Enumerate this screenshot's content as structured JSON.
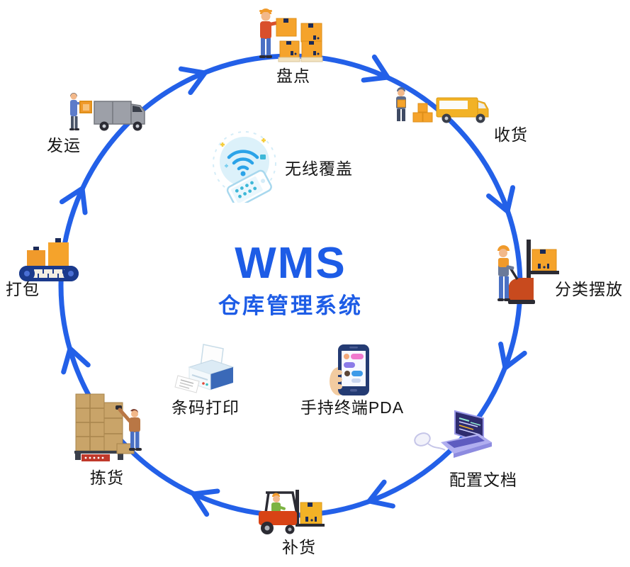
{
  "diagram": {
    "title": "WMS",
    "subtitle": "仓库管理系统",
    "flow_direction": "clockwise",
    "colors": {
      "flow": "#2360e8",
      "title": "#1d5ce6",
      "label": "#141414"
    }
  },
  "outer_nodes": [
    {
      "label": "盘点",
      "icon": "worker-counting-boxes-icon"
    },
    {
      "label": "收货",
      "icon": "delivery-truck-unloading-icon"
    },
    {
      "label": "分类摆放",
      "icon": "pallet-stacker-icon"
    },
    {
      "label": "配置文档",
      "icon": "laptop-config-icon"
    },
    {
      "label": "补货",
      "icon": "forklift-icon"
    },
    {
      "label": "拣货",
      "icon": "worker-picking-stack-icon"
    },
    {
      "label": "打包",
      "icon": "conveyor-packing-icon"
    },
    {
      "label": "发运",
      "icon": "van-loading-icon"
    }
  ],
  "inner_nodes": [
    {
      "label": "无线覆盖",
      "icon": "wifi-phone-icon"
    },
    {
      "label": "条码打印",
      "icon": "barcode-printer-icon"
    },
    {
      "label": "手持终端PDA",
      "icon": "handheld-pda-icon"
    }
  ]
}
